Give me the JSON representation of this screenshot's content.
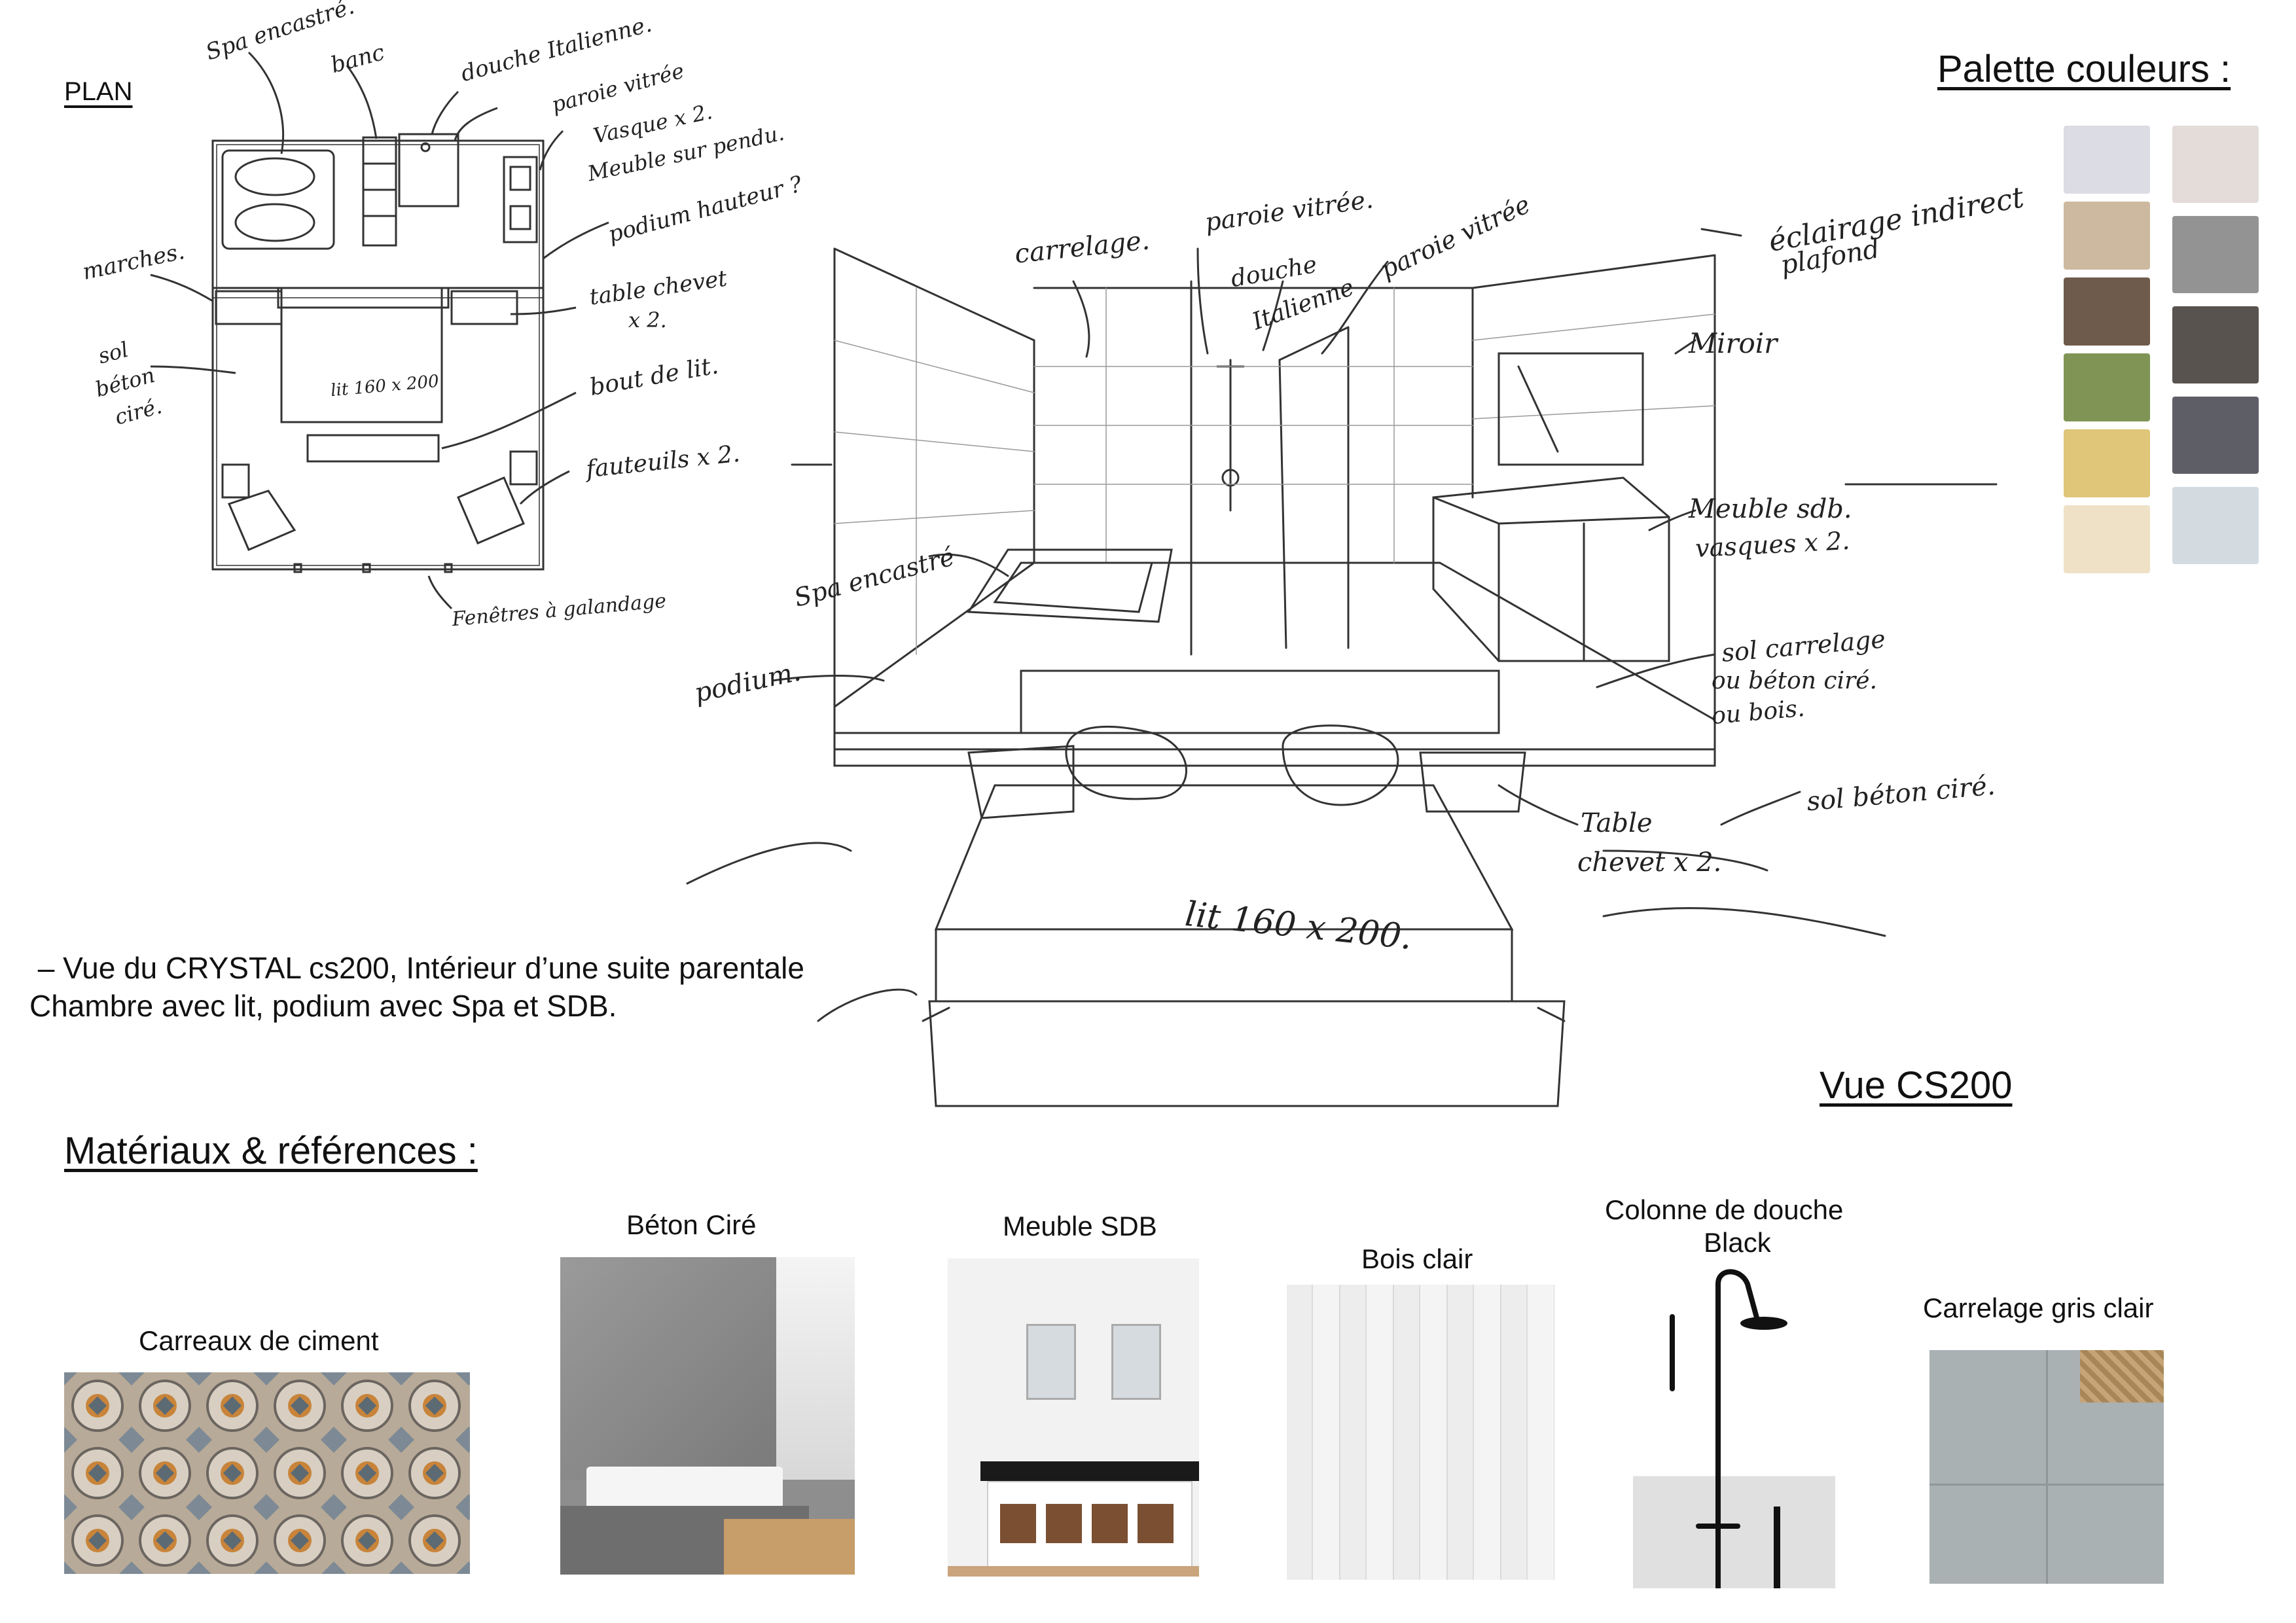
{
  "plan": {
    "title": "PLAN",
    "annotations": {
      "spa": "Spa encastré.",
      "banc": "banc",
      "douche": "douche Italienne.",
      "paroie": "paroie vitrée",
      "vasque1": "Vasque x 2.",
      "vasque2": "Meuble sur pendu.",
      "podium": "podium hauteur ?",
      "marches": "marches.",
      "chevet1": "table chevet",
      "chevet2": "x 2.",
      "sol1": "sol",
      "sol2": "béton",
      "sol3": "ciré.",
      "boutlit": "bout de lit.",
      "fauteuils": "fauteuils x 2.",
      "lit": "lit 160 x 200",
      "fenetres": "Fenêtres à galandage"
    }
  },
  "perspective": {
    "annotations": {
      "carrelage": "carrelage.",
      "paroie1": "paroie vitrée.",
      "douche1": "douche",
      "douche2": "Italienne",
      "paroie2": "paroie vitrée",
      "eclairage1": "éclairage indirect",
      "eclairage2": "plafond",
      "miroir": "Miroir",
      "meuble1": "Meuble sdb.",
      "meuble2": "vasques x 2.",
      "spa": "Spa encastré",
      "podium": "podium.",
      "solc1": "sol carrelage",
      "solc2": "ou béton ciré.",
      "solc3": "ou bois.",
      "solb": "sol béton ciré.",
      "tc1": "Table",
      "tc2": "chevet x 2.",
      "lit": "lit 160 x 200."
    },
    "view_title": "Vue CS200"
  },
  "description": {
    "line1": " – Vue du CRYSTAL cs200, Intérieur d’une suite parentale",
    "line2": "Chambre avec lit, podium avec Spa et SDB."
  },
  "palette": {
    "title": "Palette couleurs :",
    "colors_left": [
      "#dcdce4",
      "#cdb9a0",
      "#6f5b4b",
      "#809555",
      "#dfc678",
      "#efe1c6"
    ],
    "colors_right": [
      "#e3dcd9",
      "#939393",
      "#58534f",
      "#5d5e66",
      "#d3dbe1"
    ]
  },
  "materials": {
    "title": "Matériaux & références :",
    "items": [
      {
        "label": "Carreaux de ciment"
      },
      {
        "label": "Béton Ciré"
      },
      {
        "label": "Meuble SDB"
      },
      {
        "label": "Bois clair"
      },
      {
        "label": "Colonne de douche",
        "label2": "Black"
      },
      {
        "label": "Carrelage gris clair"
      }
    ]
  }
}
